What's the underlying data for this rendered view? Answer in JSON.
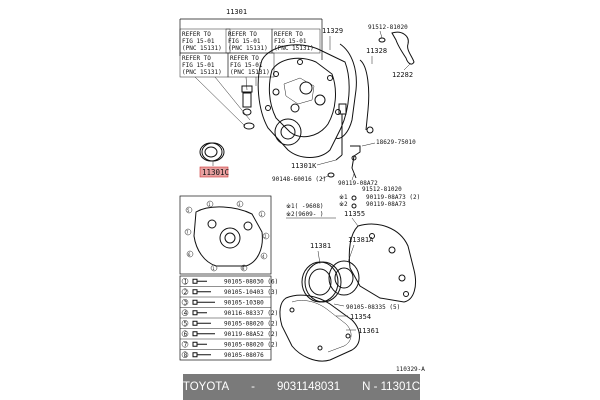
{
  "labels": {
    "main_assy": "11301",
    "refer_boxes": [
      [
        "REFER TO",
        "FIG 15-01",
        "(PNC 15131)"
      ],
      [
        "REFER TO",
        "FIG 15-01",
        "(PNC 15131)"
      ],
      [
        "REFER TO",
        "FIG 15-01",
        "(PNC 15131)"
      ],
      [
        "REFER TO",
        "FIG 15-01",
        "(PNC 15131)"
      ],
      [
        "REFER TO",
        "FIG 15-01",
        "(PNC 15131)"
      ]
    ],
    "p11301c": "11301C",
    "p11329": "11329",
    "p91512_81020_top": "91512-81020",
    "p11328": "11328",
    "p12282": "12282",
    "p18629_75010": "18629-75010",
    "p11301k": "11301K",
    "p90148_60016": "90148-60016 (2)",
    "p90119_08a72": "90119-08A72",
    "p91512_81020_mid": "91512-81020",
    "p90119_08a73": "90119-08A73 (2)",
    "p90119_08a73b": "90119-08A73",
    "range1": "※1(      -9608)",
    "range2": "※2(9609-      )",
    "p11355": "11355",
    "p11381": "11381",
    "p11381a": "11381A",
    "p90105_08335": "90105-08335 (5)",
    "p11354": "11354",
    "p11361": "11361",
    "figure_code": "110329-A"
  },
  "bolt_table": [
    {
      "num": "1",
      "part": "90105-08030 (6)"
    },
    {
      "num": "2",
      "part": "90105-10403 (3)"
    },
    {
      "num": "3",
      "part": "90105-10380"
    },
    {
      "num": "4",
      "part": "90116-08337 (2)"
    },
    {
      "num": "5",
      "part": "90105-08020 (2)"
    },
    {
      "num": "6",
      "part": "90119-08A52 (2)"
    },
    {
      "num": "7",
      "part": "90105-08020 (2)"
    },
    {
      "num": "8",
      "part": "90105-08076"
    }
  ],
  "footer": {
    "brand": "TOYOTA",
    "part_number": "9031148031",
    "ref": "N - 11301C"
  },
  "colors": {
    "highlight": "#e8a0a0",
    "footer_bg": "#7a7a7a"
  }
}
